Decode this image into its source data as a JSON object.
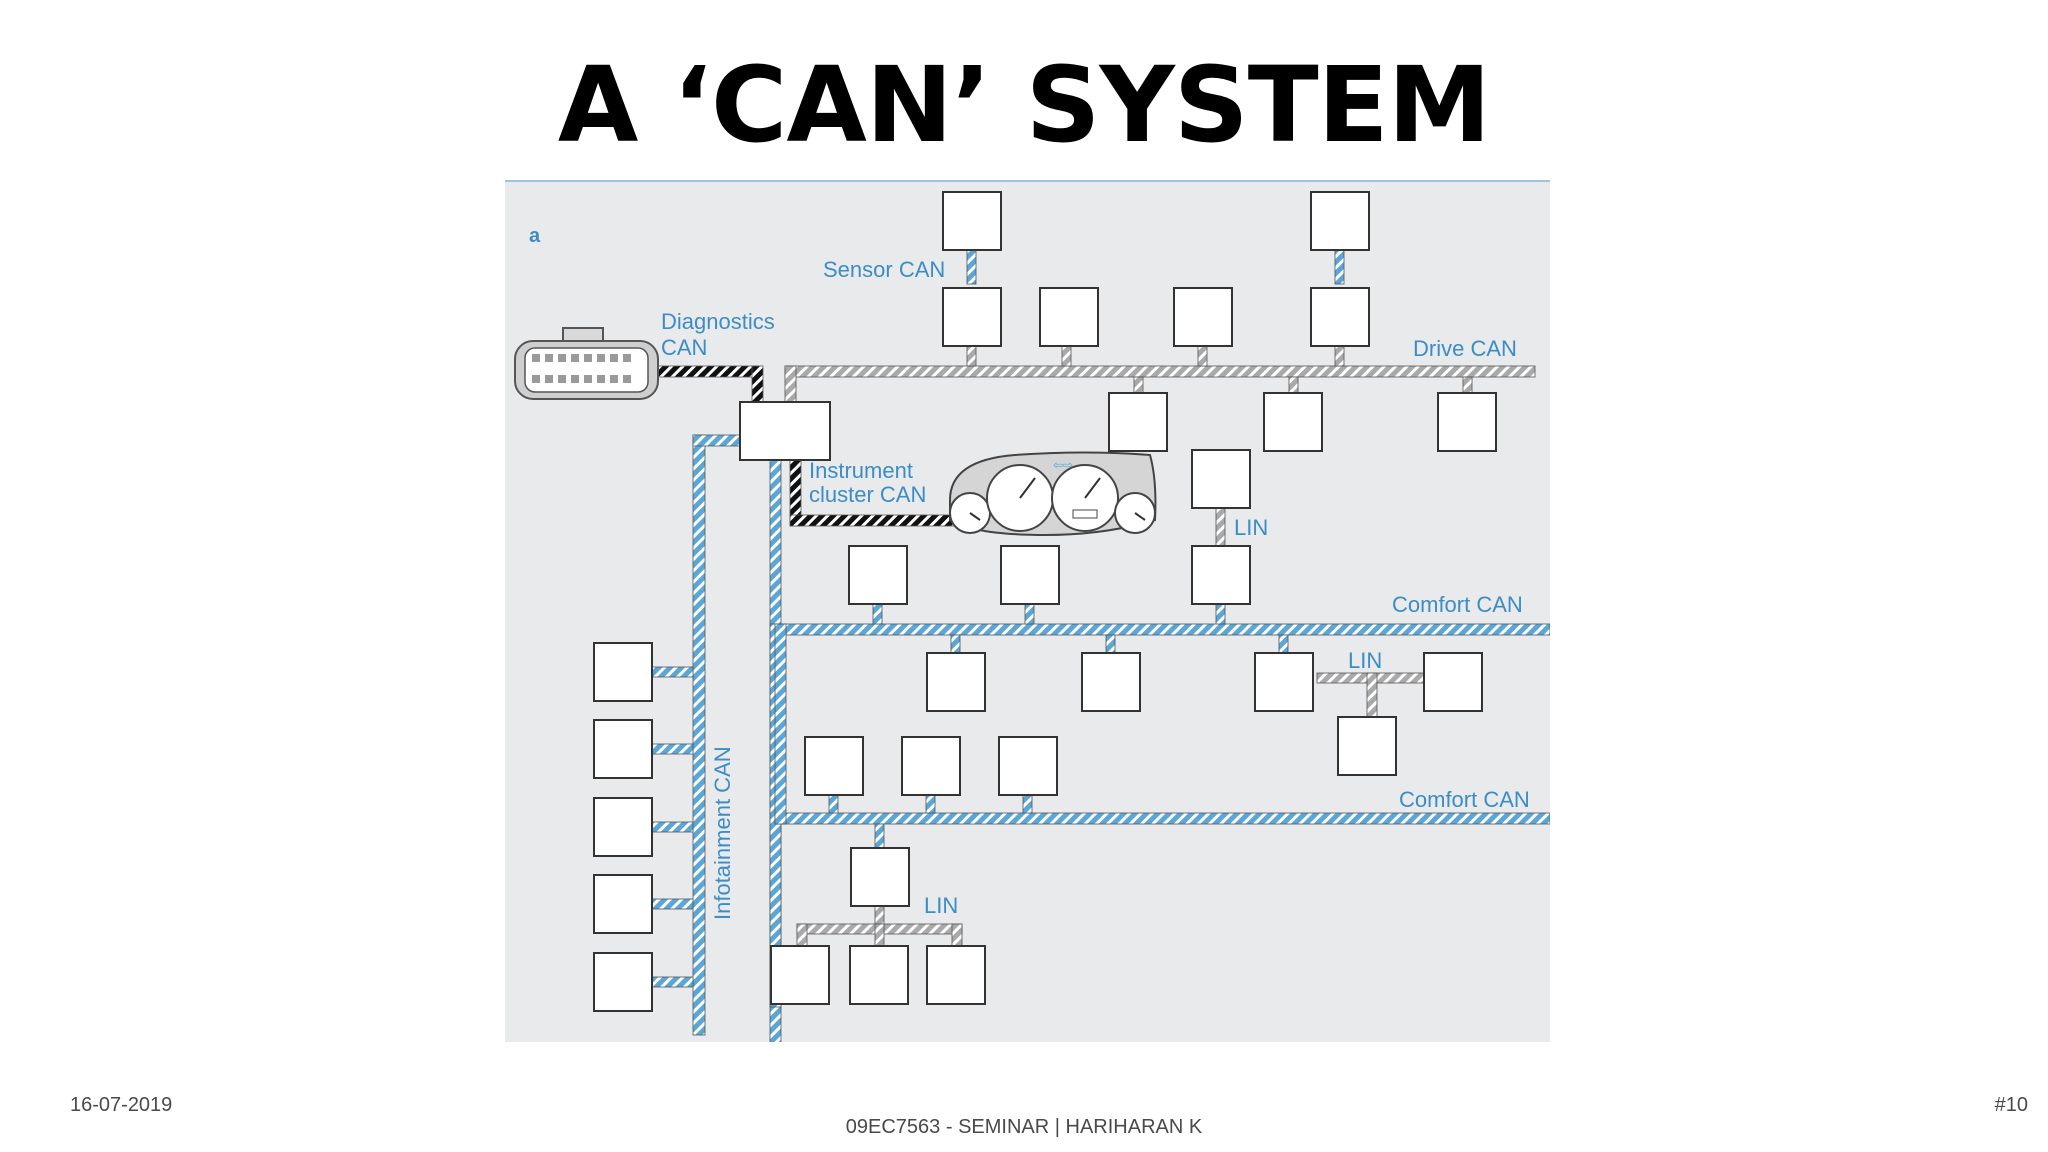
{
  "slide": {
    "title": "A ‘CAN’ SYSTEM",
    "date": "16-07-2019",
    "footer": "09EC7563 - SEMINAR | HARIHARAN K",
    "page": "#10"
  },
  "diagram": {
    "panel_label": "a",
    "labels": {
      "sensor_can": "Sensor CAN",
      "diagnostics_line1": "Diagnostics",
      "diagnostics_line2": "CAN",
      "drive_can": "Drive CAN",
      "instrument_line1": "Instrument",
      "instrument_line2": "cluster CAN",
      "lin_cluster": "LIN",
      "comfort_can_1": "Comfort CAN",
      "lin_comfort": "LIN",
      "comfort_can_2": "Comfort CAN",
      "lin_bottom": "LIN",
      "infotainment_can": "Infotainment CAN"
    },
    "colors": {
      "background": "#e9eaec",
      "box_border": "#333333",
      "blue_bus": "#5aa6d6",
      "gray_bus": "#a9a9a9",
      "black_bus": "#111111",
      "label_blue": "#3c8dc4"
    },
    "icons": [
      "obd-connector-icon",
      "instrument-cluster-icon"
    ]
  }
}
